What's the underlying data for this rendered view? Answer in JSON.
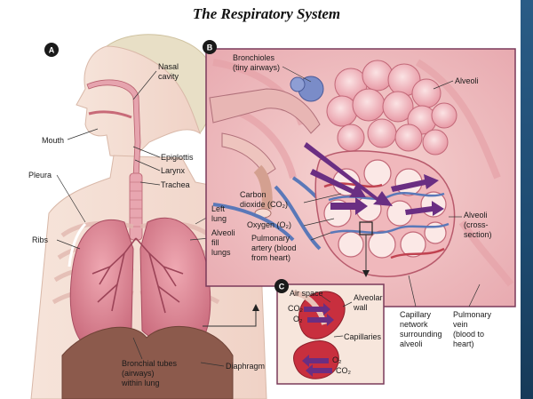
{
  "title": "The Respiratory System",
  "panels": {
    "a": "A",
    "b": "B",
    "c": "C"
  },
  "labels": {
    "nasal_cavity": [
      "Nasal",
      "cavity"
    ],
    "mouth": "Mouth",
    "epiglottis": "Epiglottis",
    "larynx": "Larynx",
    "trachea": "Trachea",
    "pleura": "Pleura",
    "ribs": "Ribs",
    "left_lung": [
      "Left",
      "lung"
    ],
    "alveoli_fill_lungs": [
      "Alveoli",
      "fill",
      "lungs"
    ],
    "bronchial_tubes": [
      "Bronchial tubes",
      "(airways)",
      "within lung"
    ],
    "diaphragm": "Diaphragm",
    "bronchioles": [
      "Bronchioles",
      "(tiny airways)"
    ],
    "alveoli": "Alveoli",
    "carbon_dioxide": [
      "Carbon",
      "dioxide (CO₂)"
    ],
    "oxygen": "Oxygen (O₂)",
    "pulmonary_artery": [
      "Pulmonary",
      "artery (blood",
      "from heart)"
    ],
    "alveoli_cross_section": [
      "Alveoli",
      "(cross-",
      "section)"
    ],
    "capillary_network": [
      "Capillary",
      "network",
      "surrounding",
      "alveoli"
    ],
    "pulmonary_vein": [
      "Pulmonary",
      "vein",
      "(blood to",
      "heart)"
    ],
    "air_space": "Air space",
    "alveolar_wall": [
      "Alveolar",
      "wall"
    ],
    "capillaries": "Capillaries",
    "co2": "CO₂",
    "o2": "O₂"
  },
  "colors": {
    "lung": "#dc8a96",
    "lung_dark": "#b85a6c",
    "skin": "#f4dcd0",
    "panel_b_bg": "#f1c6c6",
    "vein": "#5a78b8",
    "artery": "#c04250",
    "panel_c_bg": "#f7e6dc"
  }
}
